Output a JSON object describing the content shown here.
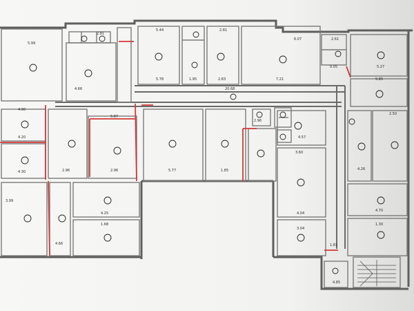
{
  "plan": {
    "dimensions": [
      "5.99",
      "2.81",
      "5.44",
      "2.81",
      "6.07",
      "2.61",
      "5.27",
      "4.66",
      "5.78",
      "1.95",
      "2.83",
      "7.21",
      "0.05",
      "5.85",
      "20.68",
      "4.90",
      "4.20",
      "4.30",
      "2.96",
      "5.87",
      "5.77",
      "2.96",
      "1.85",
      "2.96",
      "4.57",
      "3.60",
      "2.50",
      "4.26",
      "4.25",
      "1.68",
      "4.66",
      "4.04",
      "4.70",
      "3.04",
      "1.30",
      "1.81",
      "4.85",
      "3.99"
    ]
  },
  "colors": {
    "wall": "#5f5f5f",
    "partition": "#8a8a8a",
    "marking": "#d23a3a",
    "paper": "#f6f6f4",
    "background": "#e9e9e7"
  }
}
